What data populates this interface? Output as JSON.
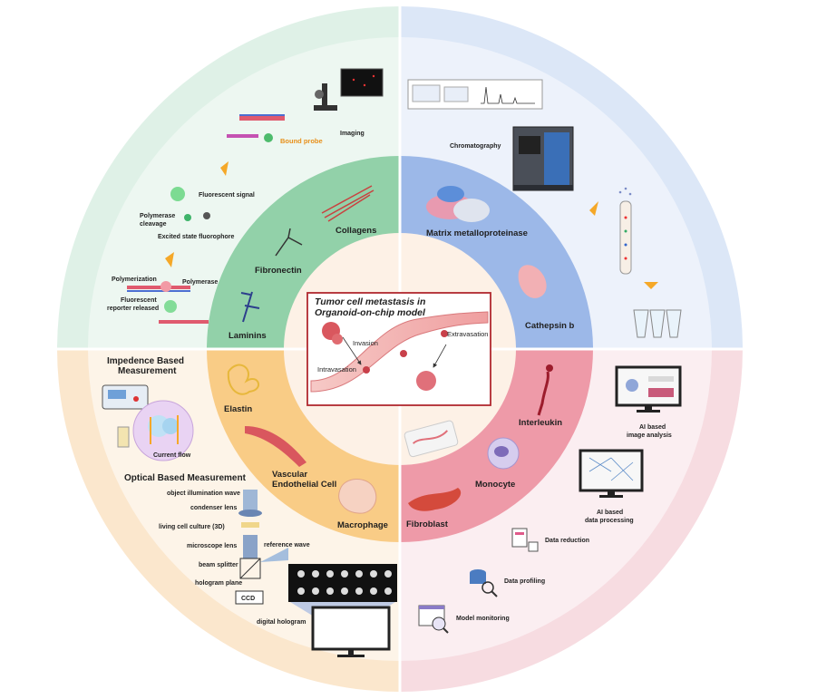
{
  "center": {
    "title_line1": "Tumor cell metastasis in",
    "title_line2": "Organoid-on-chip model",
    "invasion": "Invasion",
    "intravasation": "Intravasation",
    "extravasation": "Extravasation"
  },
  "inner_ring": {
    "collagens": "Collagens",
    "fibronectin": "Fibronectin",
    "laminins": "Laminins",
    "mmp": "Matrix metalloproteinase",
    "cathepsin": "Cathepsin b",
    "interleukin": "Interleukin",
    "monocyte": "Monocyte",
    "fibroblast": "Fibroblast",
    "elastin": "Elastin",
    "vascular_line1": "Vascular",
    "vascular_line2": "Endothelial Cell",
    "macrophage": "Macrophage"
  },
  "top_left": {
    "imaging": "Imaging",
    "bound_probe": "Bound probe",
    "fluorescent_signal": "Fluorescent signal",
    "polymerase_cleavage_1": "Polymerase",
    "polymerase_cleavage_2": "cleavage",
    "excited_state": "Excited state fluorophore",
    "polymerization": "Polymerization",
    "polymerase": "Polymerase",
    "reporter_1": "Fluorescent",
    "reporter_2": "reporter released"
  },
  "top_right": {
    "chromatography": "Chromatography"
  },
  "bottom_left": {
    "impedance_1": "Impedence Based",
    "impedance_2": "Measurement",
    "current_flow": "Current flow",
    "optical": "Optical Based Measurement",
    "object_wave": "object illumination wave",
    "condenser": "condenser lens",
    "cell_culture": "living cell culture (3D)",
    "microscope_lens": "microscope lens",
    "reference_wave": "reference wave",
    "beam_splitter": "beam splitter",
    "hologram_plane": "hologram plane",
    "ccd": "CCD",
    "digital_hologram": "digital hologram"
  },
  "bottom_right": {
    "ai_image_1": "AI based",
    "ai_image_2": "image analysis",
    "ai_data_1": "AI based",
    "ai_data_2": "data processing",
    "data_reduction": "Data reduction",
    "data_profiling": "Data profiling",
    "model_monitoring": "Model monitoring"
  },
  "colors": {
    "q_tl_outer": "#dff1e7",
    "q_tl_mid": "#edf7f1",
    "q_tl_inner": "#92d1a9",
    "q_tr_outer": "#dce7f7",
    "q_tr_mid": "#edf2fb",
    "q_tr_inner": "#9cb8e8",
    "q_br_outer": "#f7dce1",
    "q_br_mid": "#fbeef1",
    "q_br_inner": "#ee9aa8",
    "q_bl_outer": "#fbe7cd",
    "q_bl_mid": "#fdf4e8",
    "q_bl_inner": "#f9cc86",
    "center_fill": "#fdf1e6",
    "frame_red": "#b1282f",
    "arrow_orange": "#f5a828"
  }
}
